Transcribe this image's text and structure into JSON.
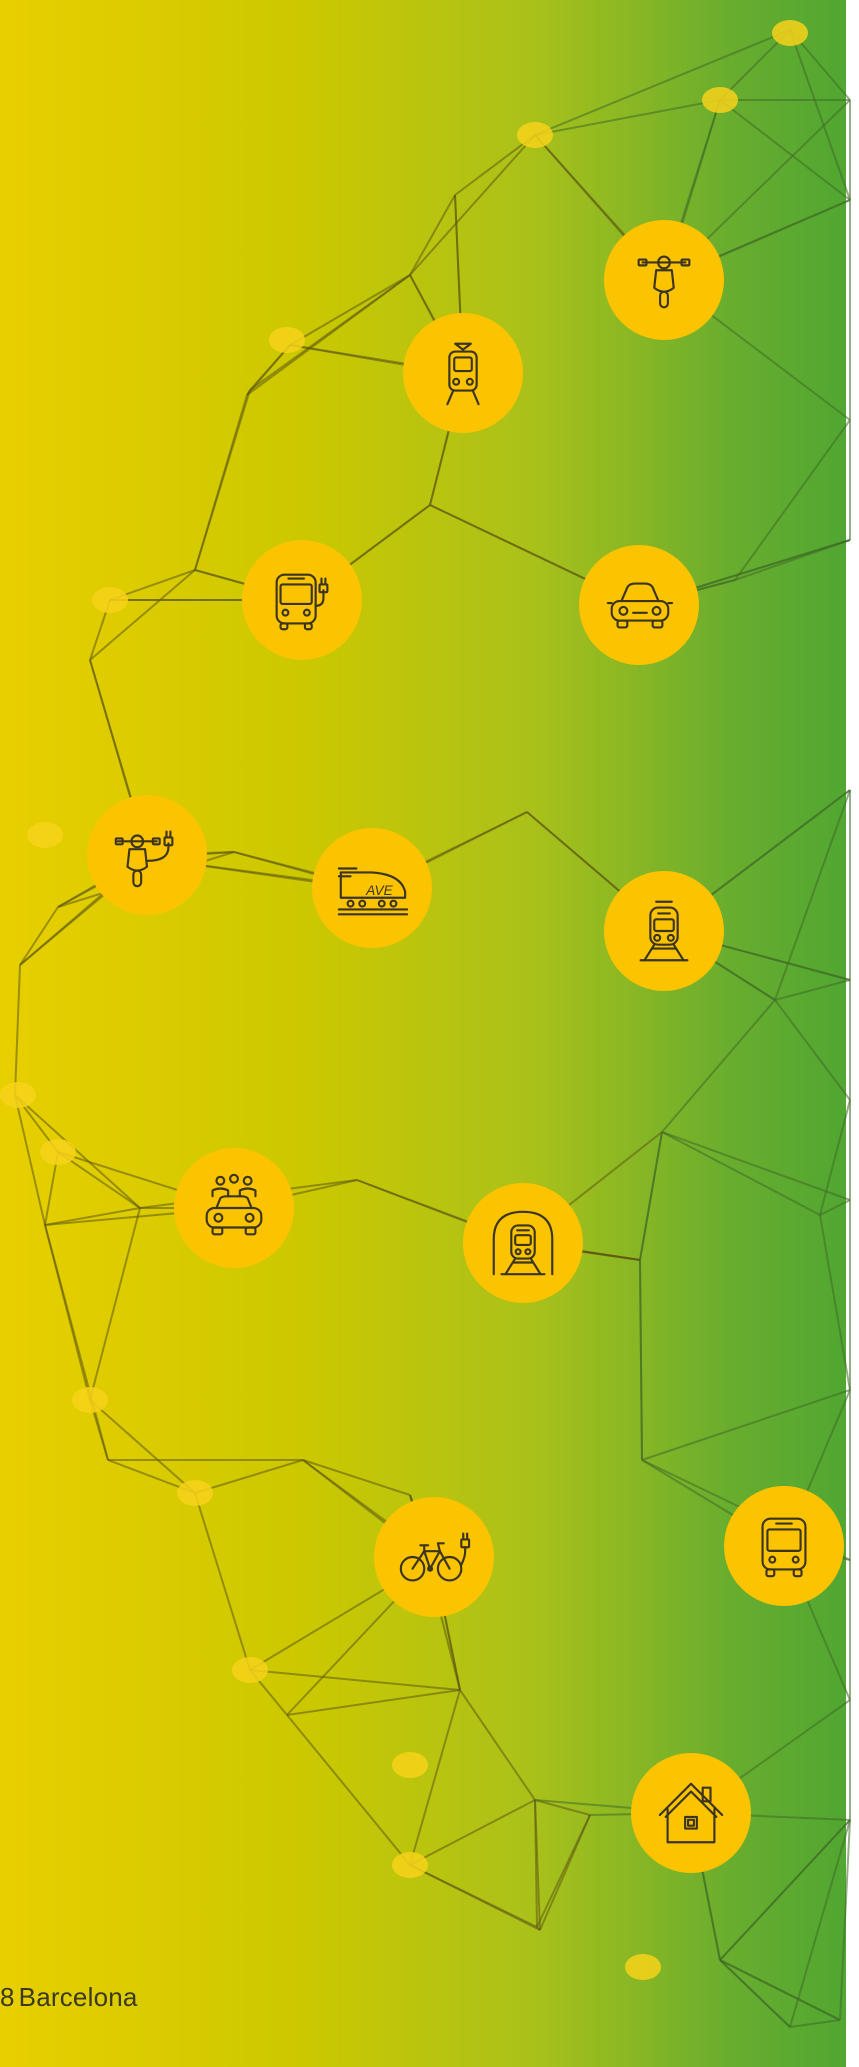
{
  "page": {
    "page_number": "8",
    "city": "Barcelona",
    "colors": {
      "gradient_start": "#e8cf00",
      "gradient_end": "#4ea632",
      "node_fill": "#fcc300",
      "icon_stroke": "#3b3520"
    }
  },
  "icons": [
    "scooter-icon",
    "tram-icon",
    "electric-bus-icon",
    "car-icon",
    "electric-scooter-icon",
    "ave-high-speed-train-icon",
    "train-icon",
    "shared-car-icon",
    "metro-icon",
    "electric-bike-icon",
    "bus-icon",
    "home-icon"
  ],
  "ave_label": "AVE"
}
